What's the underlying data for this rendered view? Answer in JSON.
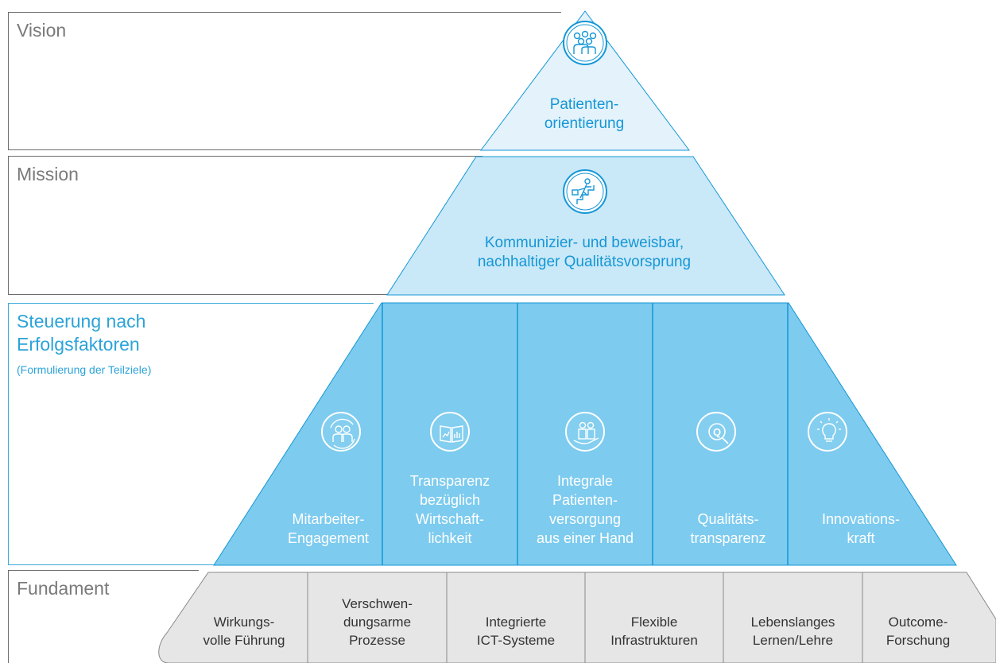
{
  "levels": {
    "vision": {
      "title": "Vision",
      "lines": [
        "Patienten-",
        "orientierung"
      ]
    },
    "mission": {
      "title": "Mission",
      "lines": [
        "Kommunizier- und beweisbar,",
        "nachhaltiger Qualitätsvorsprung"
      ]
    },
    "steuerung": {
      "title_lines": [
        "Steuerung nach",
        "Erfolgsfaktoren"
      ],
      "subtitle": "(Formulierung der Teilziele)"
    },
    "fundament": {
      "title": "Fundament"
    }
  },
  "success_factors": [
    {
      "icon": "team-cycle-icon",
      "lines": [
        "Mitarbeiter-",
        "Engagement"
      ]
    },
    {
      "icon": "chart-book-icon",
      "lines": [
        "Transparenz",
        "bezüglich",
        "Wirtschaft-",
        "lichkeit"
      ]
    },
    {
      "icon": "care-hand-icon",
      "lines": [
        "Integrale",
        "Patienten-",
        "versorgung",
        "aus einer Hand"
      ]
    },
    {
      "icon": "quality-magnifier-icon",
      "lines": [
        "Qualitäts-",
        "transparenz"
      ]
    },
    {
      "icon": "lightbulb-icon",
      "lines": [
        "Innovations-",
        "kraft"
      ]
    }
  ],
  "foundations": [
    {
      "lines": [
        "Wirkungs-",
        "volle Führung"
      ]
    },
    {
      "lines": [
        "Verschwen-",
        "dungsarme",
        "Prozesse"
      ]
    },
    {
      "lines": [
        "Integrierte",
        "ICT-Systeme"
      ]
    },
    {
      "lines": [
        "Flexible",
        "Infrastrukturen"
      ]
    },
    {
      "lines": [
        "Lebenslanges",
        "Lernen/Lehre"
      ]
    },
    {
      "lines": [
        "Outcome-",
        "Forschung"
      ]
    }
  ],
  "icons": {
    "vision": "people-group-icon",
    "mission": "climbing-stairs-icon"
  },
  "colors": {
    "vision_fill": "#e3f2fb",
    "mission_fill": "#c9e8f8",
    "factor_fill": "#7dcbef",
    "factor_accent": "#1597d6",
    "foundation_fill": "#e6e6e6",
    "outline": "#1597d6"
  }
}
